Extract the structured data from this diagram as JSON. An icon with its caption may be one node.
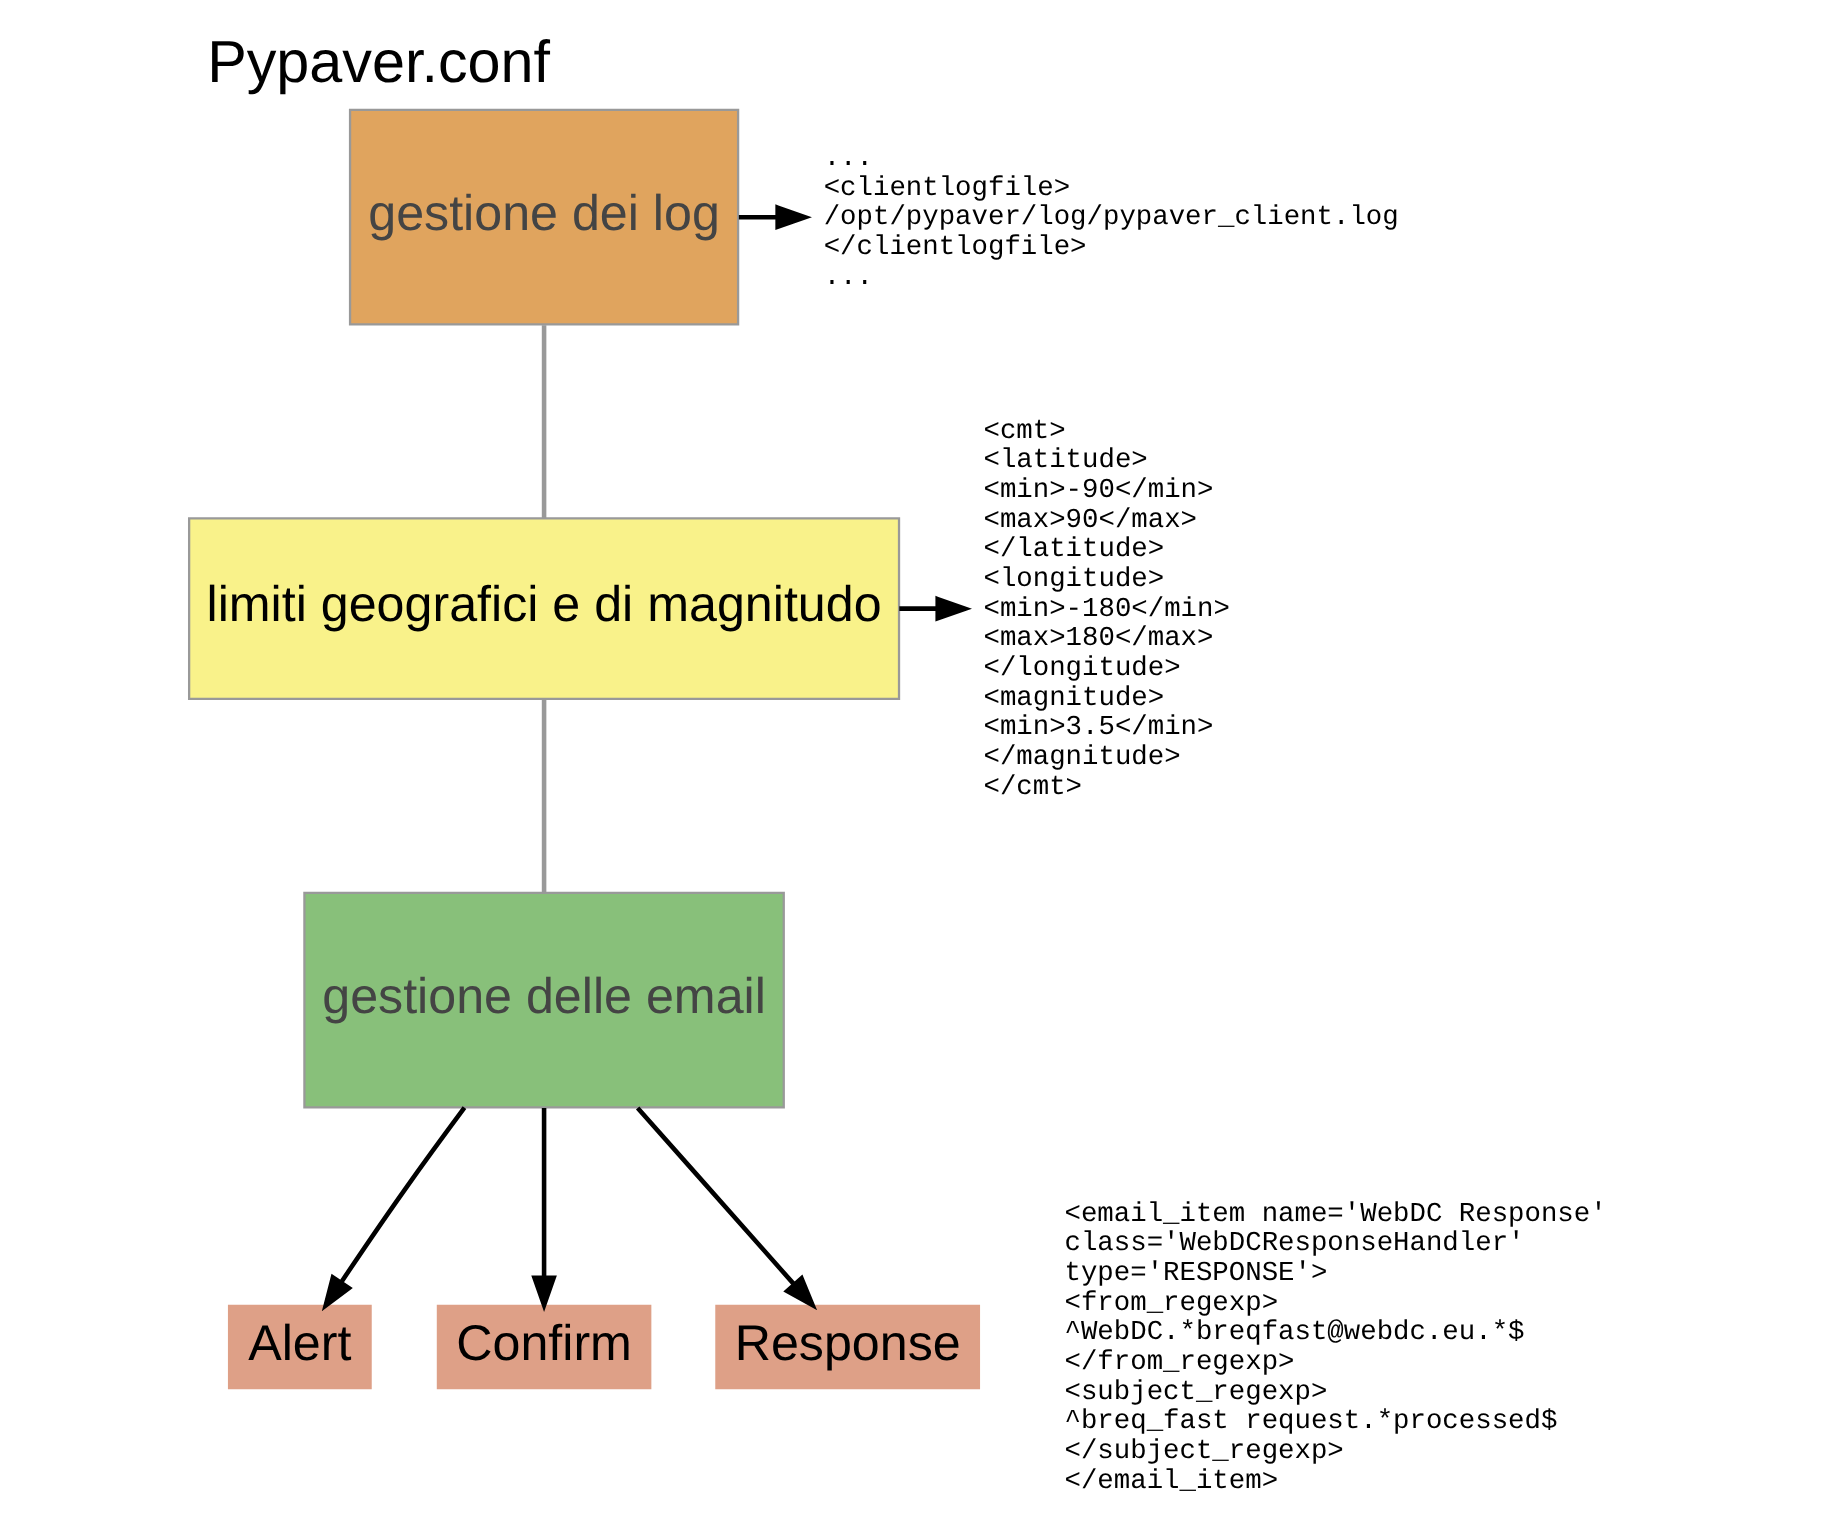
{
  "diagram": {
    "title": "Pypaver.conf",
    "nodes": [
      {
        "text": [
          "gestione dei log"
        ]
      },
      {
        "text": [
          "limiti geografici e di magnitudo"
        ]
      },
      {
        "text": [
          "gestione delle email"
        ]
      },
      {
        "text": [
          "Alert"
        ]
      },
      {
        "text": [
          "Confirm"
        ]
      },
      {
        "text": [
          "Response"
        ]
      },
      {
        "text": [
          "...",
          "<clientlogfile>",
          "/opt/pypaver/log/pypaver_client.log",
          "</clientlogfile>",
          "..."
        ]
      },
      {
        "text": [
          "<cmt>",
          "<latitude>",
          "<min>-90</min>",
          "<max>90</max>",
          "</latitude>",
          "<longitude>",
          "<min>-180</min>",
          "<max>180</max>",
          "</longitude>",
          "<magnitude>",
          "<min>3.5</min>",
          "</magnitude>",
          "</cmt>"
        ]
      }
    ],
    "edges": [
      {
        "from": 0,
        "to": 1,
        "arrow": "none",
        "color": "#999999"
      },
      {
        "from": 1,
        "to": 2,
        "arrow": "none",
        "color": "#999999"
      },
      {
        "from": 0,
        "to": 6,
        "arrow": "to"
      },
      {
        "from": 1,
        "to": 7,
        "arrow": "to"
      },
      {
        "from": 2,
        "to": 4,
        "arrow": "to"
      },
      {
        "from": 2,
        "to": 5,
        "arrow": "to"
      },
      {
        "from": 2,
        "to": 3,
        "arrow": "to"
      }
    ],
    "labels": [
      "<email_item name='WebDC Response'",
      "class='WebDCResponseHandler'",
      "type='RESPONSE'>",
      "<from_regexp>",
      "^WebDC.*breqfast@webdc.eu.*$",
      "</from_regexp>",
      "<subject_regexp>",
      "^breq_fast request.*processed$",
      "</subject_regexp>",
      "</email_item>"
    ]
  }
}
